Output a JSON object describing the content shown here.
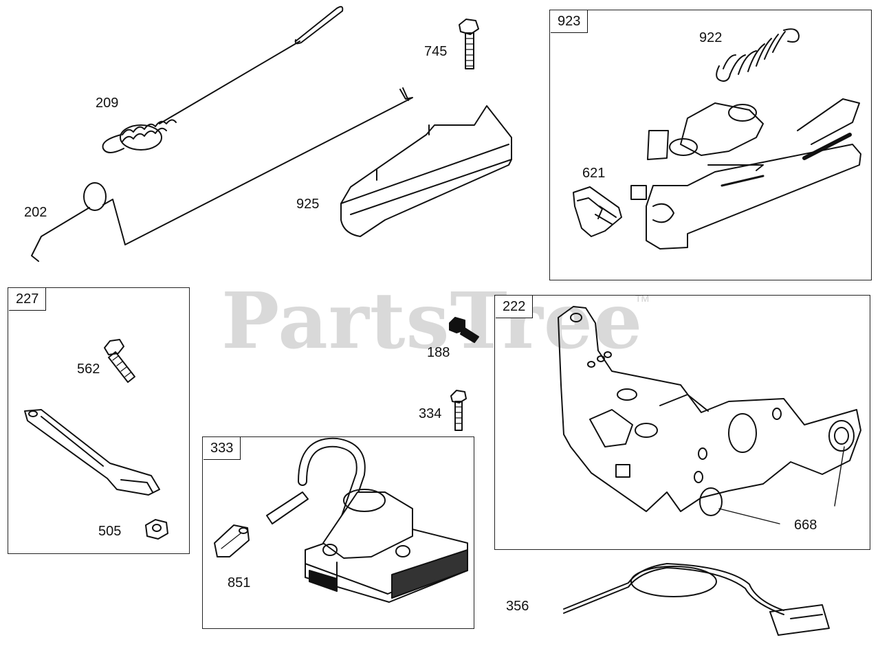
{
  "watermark": {
    "text": "PartsTree",
    "trademark": "TM"
  },
  "groups": {
    "g923": "923",
    "g227": "227",
    "g222": "222",
    "g333": "333"
  },
  "parts": {
    "p209": "209",
    "p202": "202",
    "p745": "745",
    "p925": "925",
    "p922": "922",
    "p621": "621",
    "p562": "562",
    "p505": "505",
    "p188": "188",
    "p334": "334",
    "p851": "851",
    "p668": "668",
    "p356": "356"
  }
}
